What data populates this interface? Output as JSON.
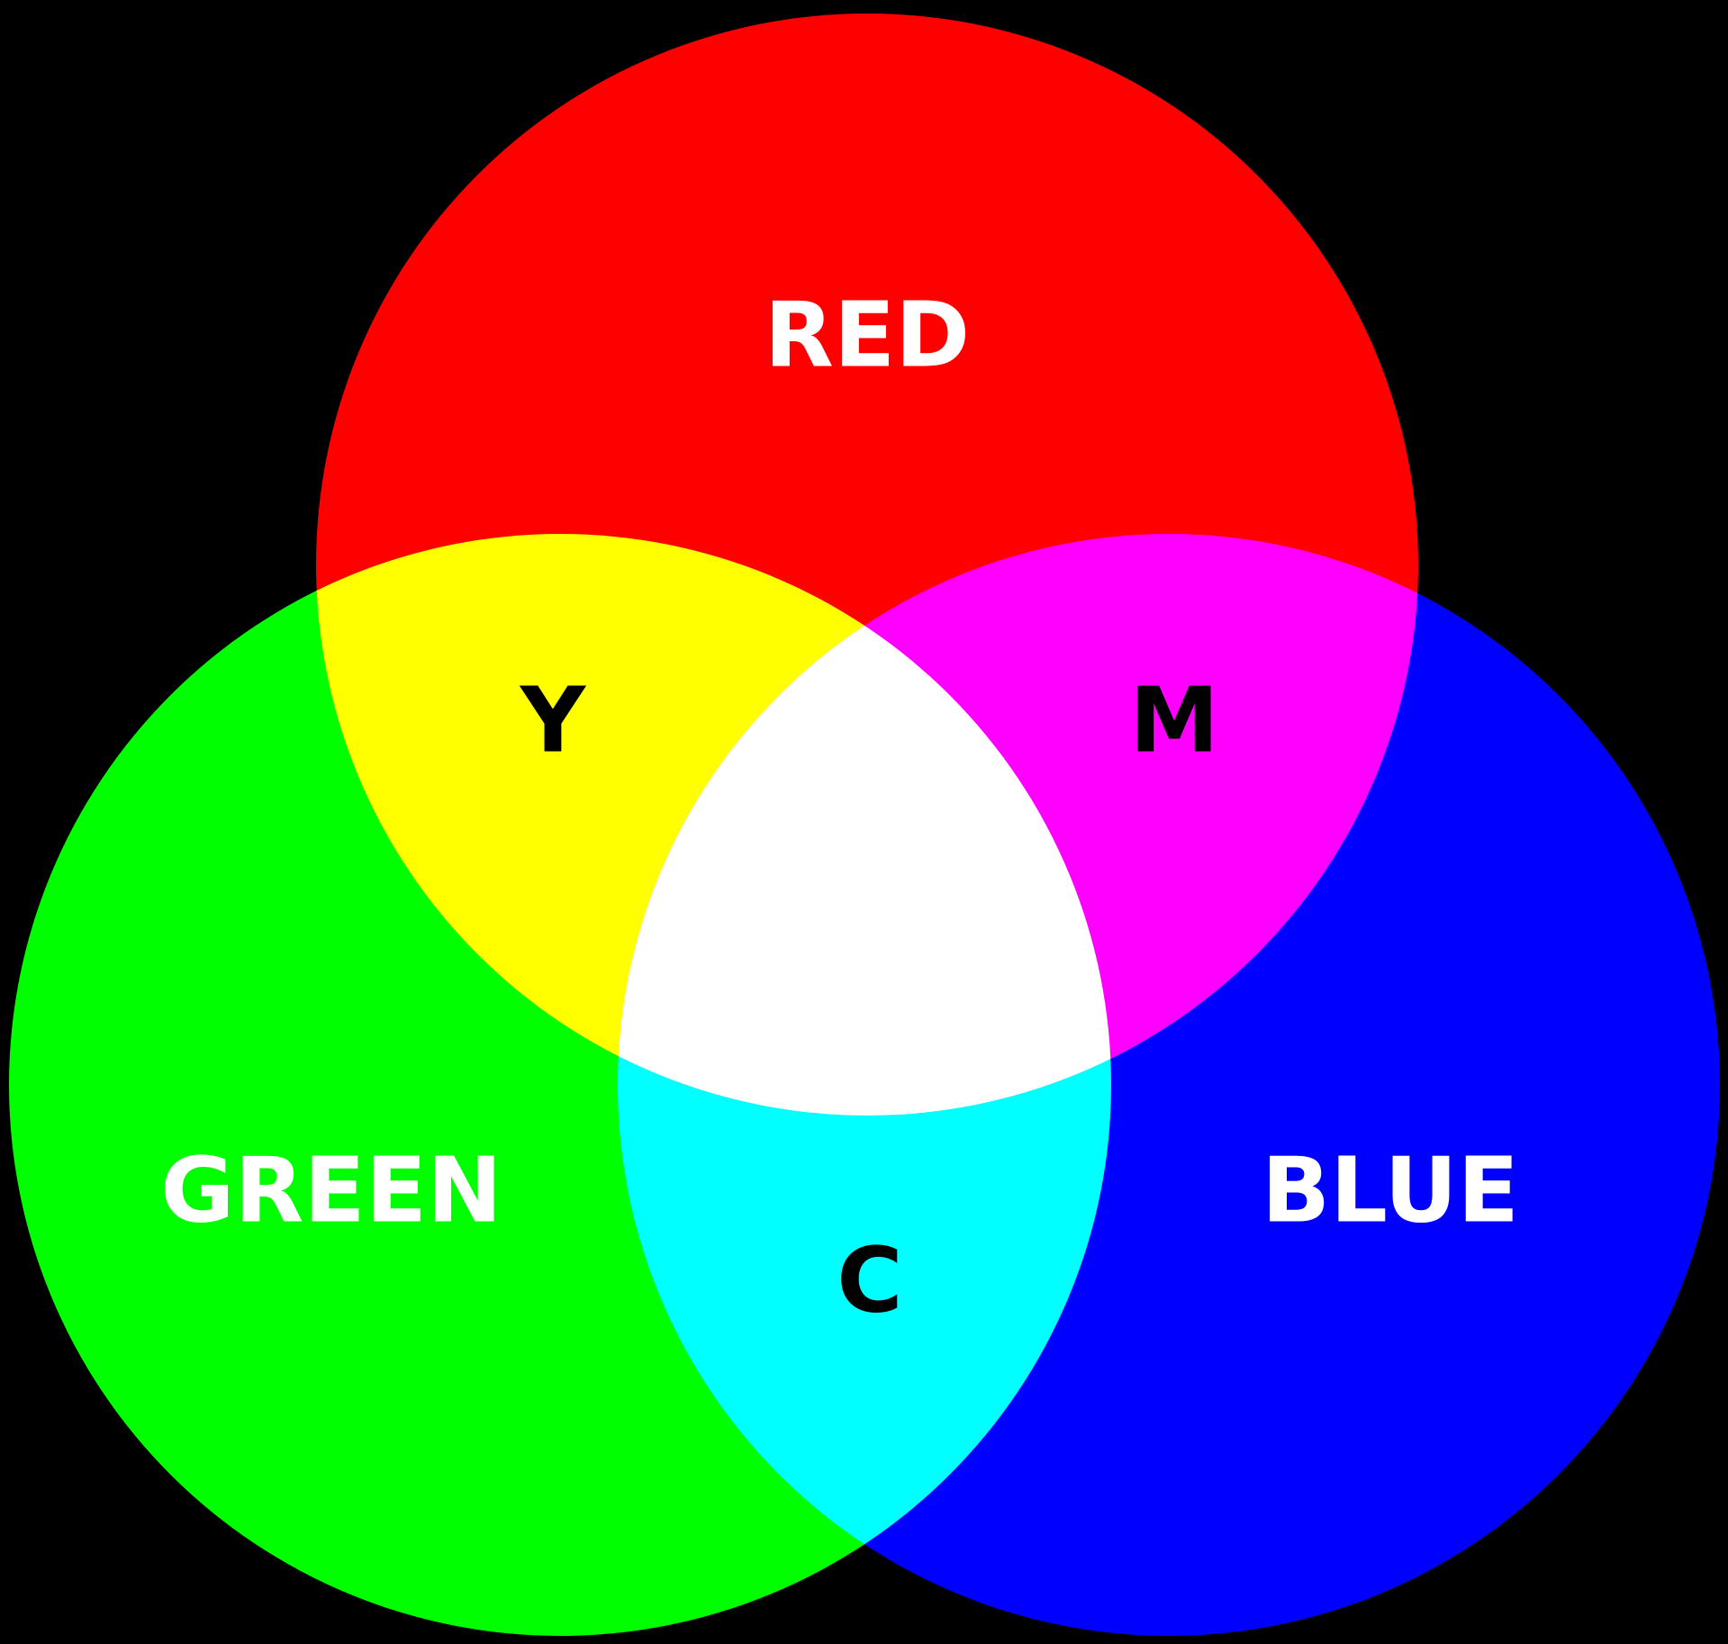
{
  "diagram": {
    "background_color": "#000000",
    "circles": [
      {
        "id": "red",
        "label": "RED",
        "color": "#ff0000",
        "label_color": "#ffffff"
      },
      {
        "id": "green",
        "label": "GREEN",
        "color": "#00ff00",
        "label_color": "#ffffff"
      },
      {
        "id": "blue",
        "label": "BLUE",
        "color": "#0000ff",
        "label_color": "#ffffff"
      }
    ],
    "overlaps": [
      {
        "id": "yellow",
        "label": "Y",
        "between": [
          "red",
          "green"
        ],
        "color": "#ffff00",
        "label_color": "#000000"
      },
      {
        "id": "magenta",
        "label": "M",
        "between": [
          "red",
          "blue"
        ],
        "color": "#ff00ff",
        "label_color": "#000000"
      },
      {
        "id": "cyan",
        "label": "C",
        "between": [
          "green",
          "blue"
        ],
        "color": "#00ffff",
        "label_color": "#000000"
      }
    ],
    "center": {
      "between": [
        "red",
        "green",
        "blue"
      ],
      "color": "#ffffff"
    }
  }
}
